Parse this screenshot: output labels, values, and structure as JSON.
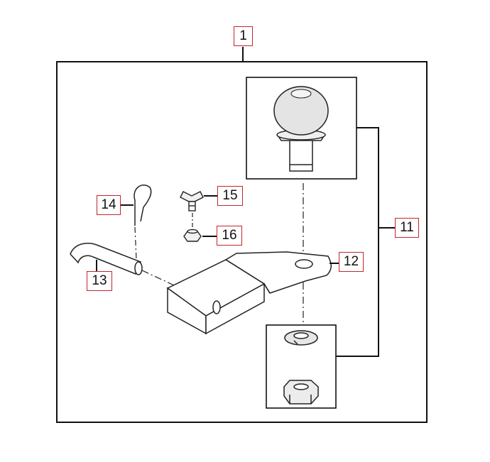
{
  "callouts": {
    "c1": "1",
    "c11": "11",
    "c12": "12",
    "c13": "13",
    "c14": "14",
    "c15": "15",
    "c16": "16"
  },
  "colors": {
    "callout_border": "#c0262c",
    "line": "#222222",
    "shade": "#e2e2e2"
  }
}
